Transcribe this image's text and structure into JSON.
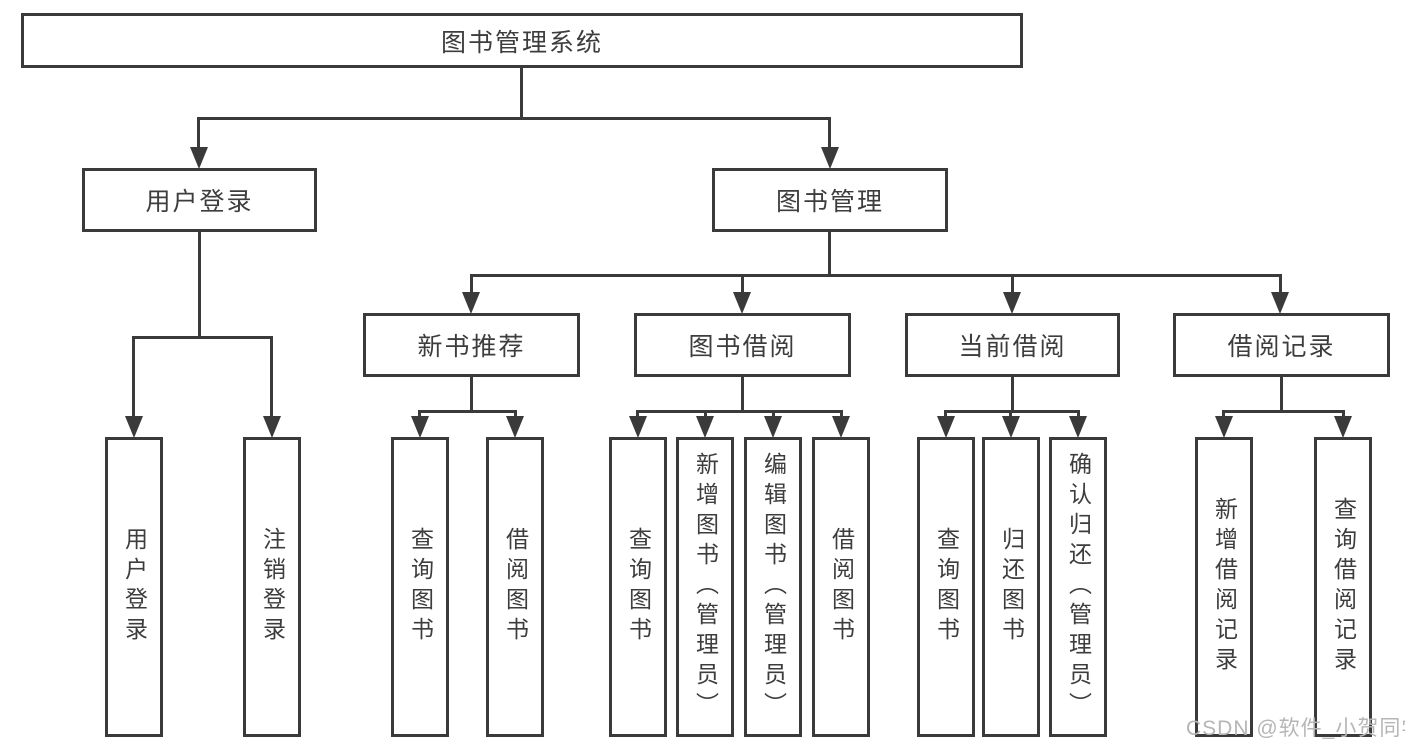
{
  "diagram": {
    "title": "图书管理系统",
    "watermark": "CSDN @软件_小贺同学",
    "colors": {
      "line": "#3a3a3a",
      "text": "#3d3d3d",
      "background": "#ffffff",
      "watermark": "#b6b6b6"
    },
    "nodes": {
      "root": "图书管理系统",
      "l2": [
        {
          "label": "用户登录"
        },
        {
          "label": "图书管理"
        }
      ],
      "l3": [
        {
          "label": "新书推荐"
        },
        {
          "label": "图书借阅"
        },
        {
          "label": "当前借阅"
        },
        {
          "label": "借阅记录"
        }
      ],
      "leaves": {
        "login": [
          "用户登录",
          "注销登录"
        ],
        "recommend": [
          "查询图书",
          "借阅图书"
        ],
        "borrow": [
          "查询图书",
          "新增图书（管理员）",
          "编辑图书（管理员）",
          "借阅图书"
        ],
        "current": [
          "查询图书",
          "归还图书",
          "确认归还（管理员）"
        ],
        "records": [
          "新增借阅记录",
          "查询借阅记录"
        ]
      }
    }
  }
}
